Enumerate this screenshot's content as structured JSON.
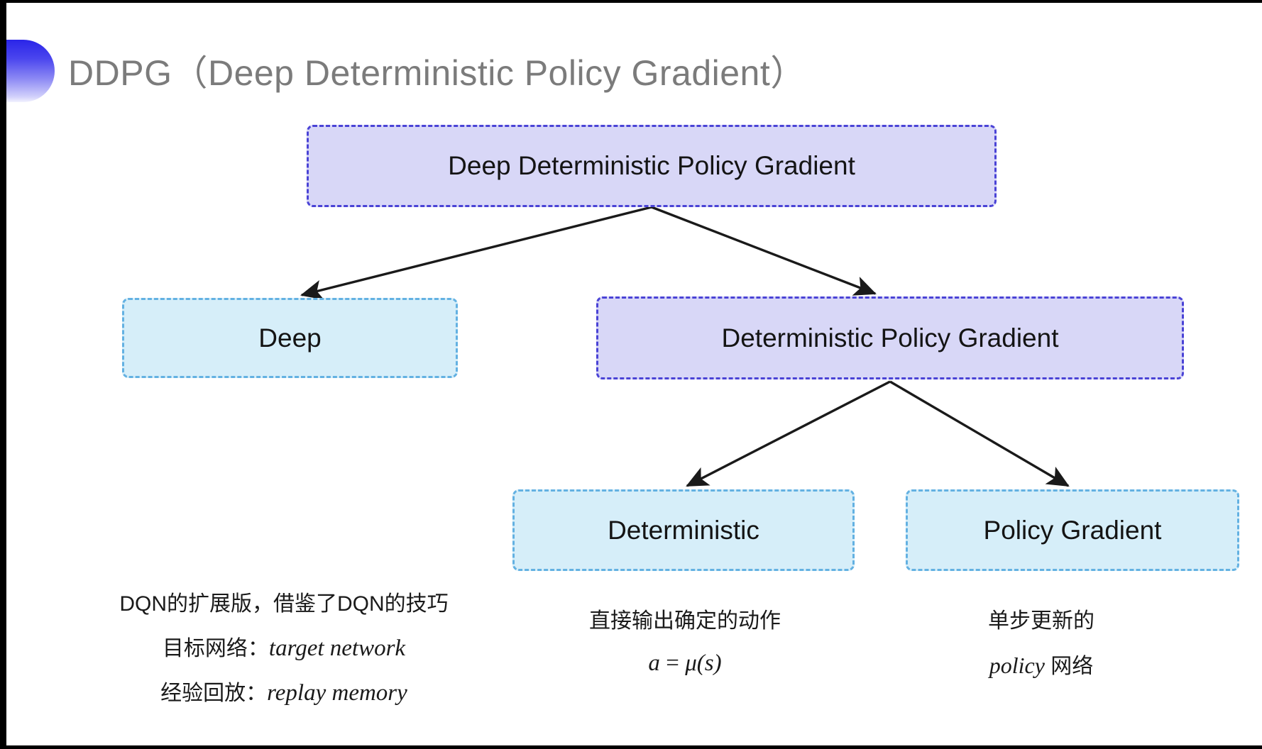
{
  "slide": {
    "title": "DDPG（Deep Deterministic Policy Gradient）",
    "background_color": "#ffffff",
    "title_color": "#7b7b7b",
    "bullet_gradient_from": "#2a25e8",
    "bullet_gradient_to": "#f2f2fe"
  },
  "palette": {
    "purple_fill": "#d8d7f7",
    "purple_border": "#4a43d6",
    "blue_fill": "#d6eef9",
    "blue_border": "#63b1e2",
    "arrow_color": "#1a1a1a",
    "text_color": "#141414"
  },
  "diagram": {
    "type": "tree",
    "nodes": [
      {
        "id": "root",
        "label": "Deep Deterministic Policy Gradient",
        "style": "purple",
        "level": 0
      },
      {
        "id": "deep",
        "label": "Deep",
        "style": "blue",
        "level": 1
      },
      {
        "id": "dpg",
        "label": "Deterministic Policy Gradient",
        "style": "purple",
        "level": 1
      },
      {
        "id": "det",
        "label": "Deterministic",
        "style": "blue",
        "level": 2
      },
      {
        "id": "pg",
        "label": "Policy Gradient",
        "style": "blue",
        "level": 2
      }
    ],
    "edges": [
      {
        "from": "root",
        "to": "deep"
      },
      {
        "from": "root",
        "to": "dpg"
      },
      {
        "from": "dpg",
        "to": "det"
      },
      {
        "from": "dpg",
        "to": "pg"
      }
    ]
  },
  "captions": {
    "deep": {
      "line1": "DQN的扩展版，借鉴了DQN的技巧",
      "line2_label": "目标网络：",
      "line2_term": "target network",
      "line3_label": "经验回放：",
      "line3_term": "replay memory"
    },
    "deterministic": {
      "line1": "直接输出确定的动作",
      "formula_lhs": "a",
      "formula_eq": "=",
      "formula_fn": "μ",
      "formula_arg": "(s)"
    },
    "policy_gradient": {
      "line1": "单步更新的",
      "line2_term": "policy",
      "line2_suffix": "网络"
    }
  }
}
